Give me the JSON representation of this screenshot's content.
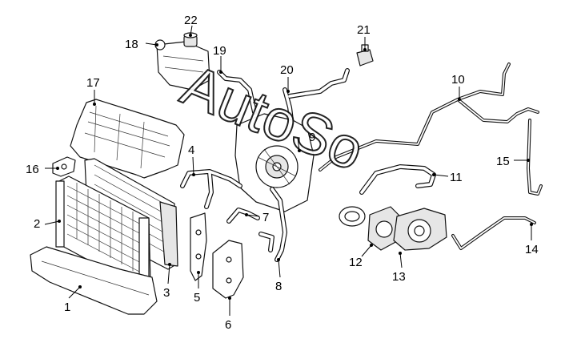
{
  "diagram": {
    "watermark": "AutoSo",
    "callouts": [
      "1",
      "2",
      "3",
      "4",
      "5",
      "6",
      "7",
      "8",
      "9",
      "10",
      "11",
      "12",
      "13",
      "14",
      "15",
      "16",
      "17",
      "18",
      "19",
      "20",
      "21",
      "22"
    ]
  }
}
